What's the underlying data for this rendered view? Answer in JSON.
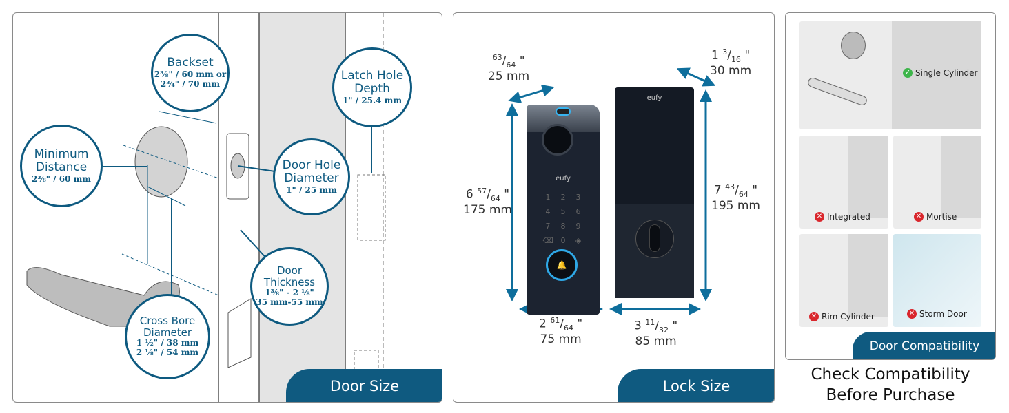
{
  "door_size": {
    "tab": "Door Size",
    "backset": {
      "title": "Backset",
      "v1": "2⅜\" / 60 mm or",
      "v2": "2¾\" / 70 mm"
    },
    "latch_depth": {
      "title1": "Latch Hole",
      "title2": "Depth",
      "v1": "1\" / 25.4 mm"
    },
    "min_distance": {
      "title1": "Minimum",
      "title2": "Distance",
      "v1": "2⅜\" / 60 mm"
    },
    "door_hole": {
      "title1": "Door Hole",
      "title2": "Diameter",
      "v1": "1\" / 25 mm"
    },
    "thickness": {
      "title1": "Door",
      "title2": "Thickness",
      "v1": "1⅜\" - 2 ⅛\"",
      "v2": "35 mm-55 mm"
    },
    "cross_bore": {
      "title1": "Cross Bore",
      "title2": "Diameter",
      "v1": "1 ½\" / 38 mm",
      "v2": "2 ⅛\" / 54 mm"
    }
  },
  "lock_size": {
    "tab": "Lock Size",
    "depth_front": {
      "sup": "63",
      "sub": "64",
      "mm": "25 mm"
    },
    "depth_back": {
      "whole": "1",
      "sup": "3",
      "sub": "16",
      "mm": "30 mm"
    },
    "height_front": {
      "whole": "6",
      "sup": "57",
      "sub": "64",
      "mm": "175 mm"
    },
    "height_back": {
      "whole": "7",
      "sup": "43",
      "sub": "64",
      "mm": "195 mm"
    },
    "width_front": {
      "whole": "2",
      "sup": "61",
      "sub": "64",
      "mm": "75 mm"
    },
    "width_back": {
      "whole": "3",
      "sup": "11",
      "sub": "32",
      "mm": "85 mm"
    },
    "brand": "eufy",
    "keypad": [
      "1",
      "2",
      "3",
      "4",
      "5",
      "6",
      "7",
      "8",
      "9",
      "⌫",
      "0",
      "◈"
    ]
  },
  "compatibility": {
    "tab": "Door Compatibility",
    "items": [
      {
        "label": "Single Cylinder",
        "status": "compatible"
      },
      {
        "label": "Integrated",
        "status": "incompatible"
      },
      {
        "label": "Mortise",
        "status": "incompatible"
      },
      {
        "label": "Rim Cylinder",
        "status": "incompatible"
      },
      {
        "label": "Storm Door",
        "status": "incompatible"
      }
    ],
    "caption1": "Check Compatibility",
    "caption2": "Before Purchase"
  },
  "colors": {
    "accent": "#0e5a80",
    "ok": "#3db54a",
    "no": "#d9262c"
  }
}
